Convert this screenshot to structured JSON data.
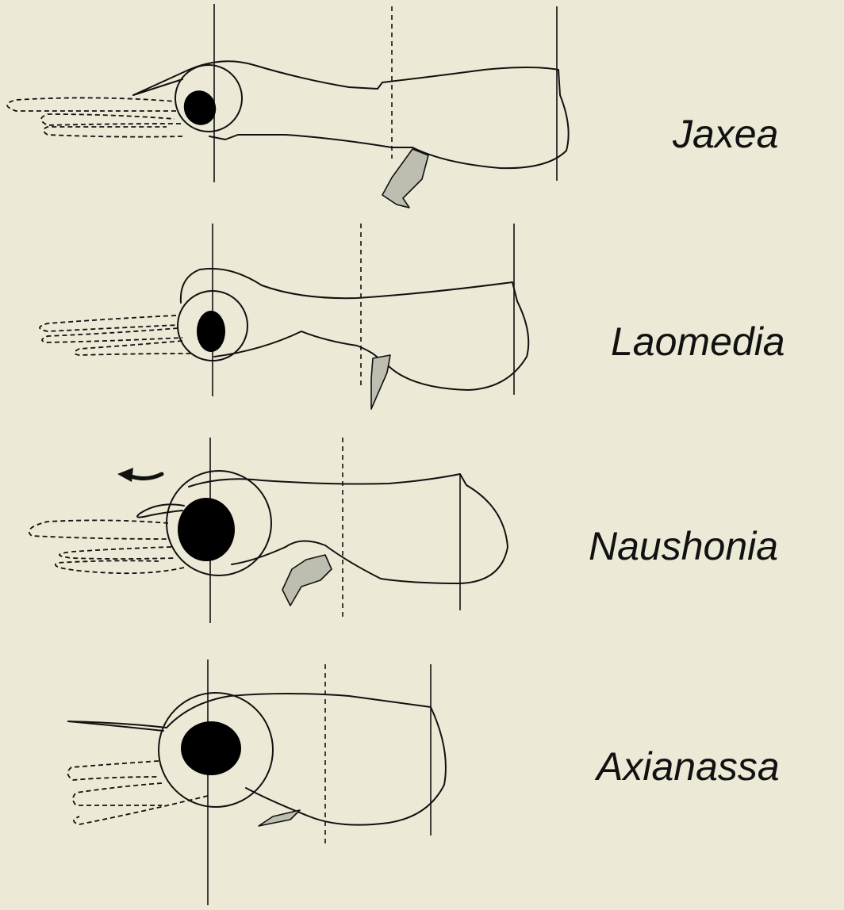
{
  "figure": {
    "background": "#ece9d6",
    "ink": "#111111",
    "spine_fill": "#bdbdb0",
    "taxa": [
      {
        "name": "Jaxea"
      },
      {
        "name": "Laomedia"
      },
      {
        "name": "Naushonia"
      },
      {
        "name": "Axianassa"
      }
    ]
  }
}
